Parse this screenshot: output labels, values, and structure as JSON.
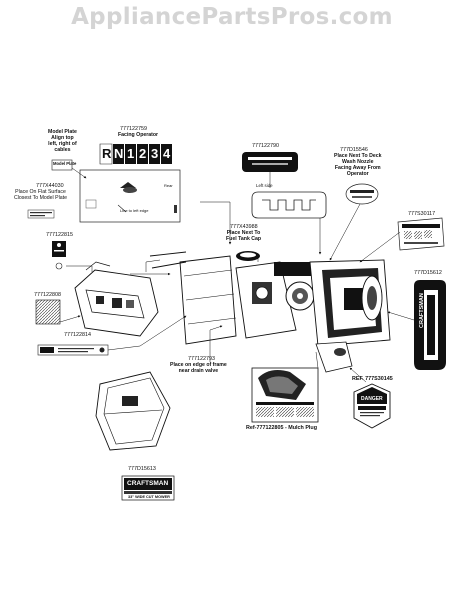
{
  "watermark": "AppliancePartsPros.com",
  "labels": {
    "model_plate_note": [
      "Model Plate",
      "Align top",
      "left, right of",
      "cables"
    ],
    "model_plate_box": "Model Plate",
    "p777122759": "777122759",
    "facing_operator": "Facing Operator",
    "gear_letters": [
      "R",
      "N",
      "1",
      "2",
      "3",
      "4"
    ],
    "p777x44030": "777X44030",
    "flat_surface_note": [
      "Place On Flat Surface",
      "Closest To Model Plate"
    ],
    "plate_rear": "Rear",
    "plate_line_note": "Line to left edge",
    "p777122790": "777122790",
    "left_side": "Left side",
    "p777d15546": "777D15546",
    "deck_note": [
      "Place Next To Deck",
      "Wash Nozzle",
      "Facing Away From",
      "Operator"
    ],
    "p777s30117": "777S30117",
    "p777122815": "777122815",
    "p777x43988": "777X43988",
    "fuel_cap_note": [
      "Place Next To",
      "Fuel Tank Cap"
    ],
    "p777d15612": "777D15612",
    "p777122808": "777122808",
    "p777122814": "777122814",
    "p777122793": "777122793",
    "drain_valve_note": [
      "Place on edge of frame",
      "near drain valve"
    ],
    "ref_777s30145": "REF. 777S30145",
    "ref_777122805": "Ref-777122805 - Mulch Plug",
    "p777d15613": "777D15613",
    "craftsman": "CRAFTSMAN",
    "craftsman_bottom": "33\" WIDE CUT MOWER",
    "danger": "DANGER"
  }
}
